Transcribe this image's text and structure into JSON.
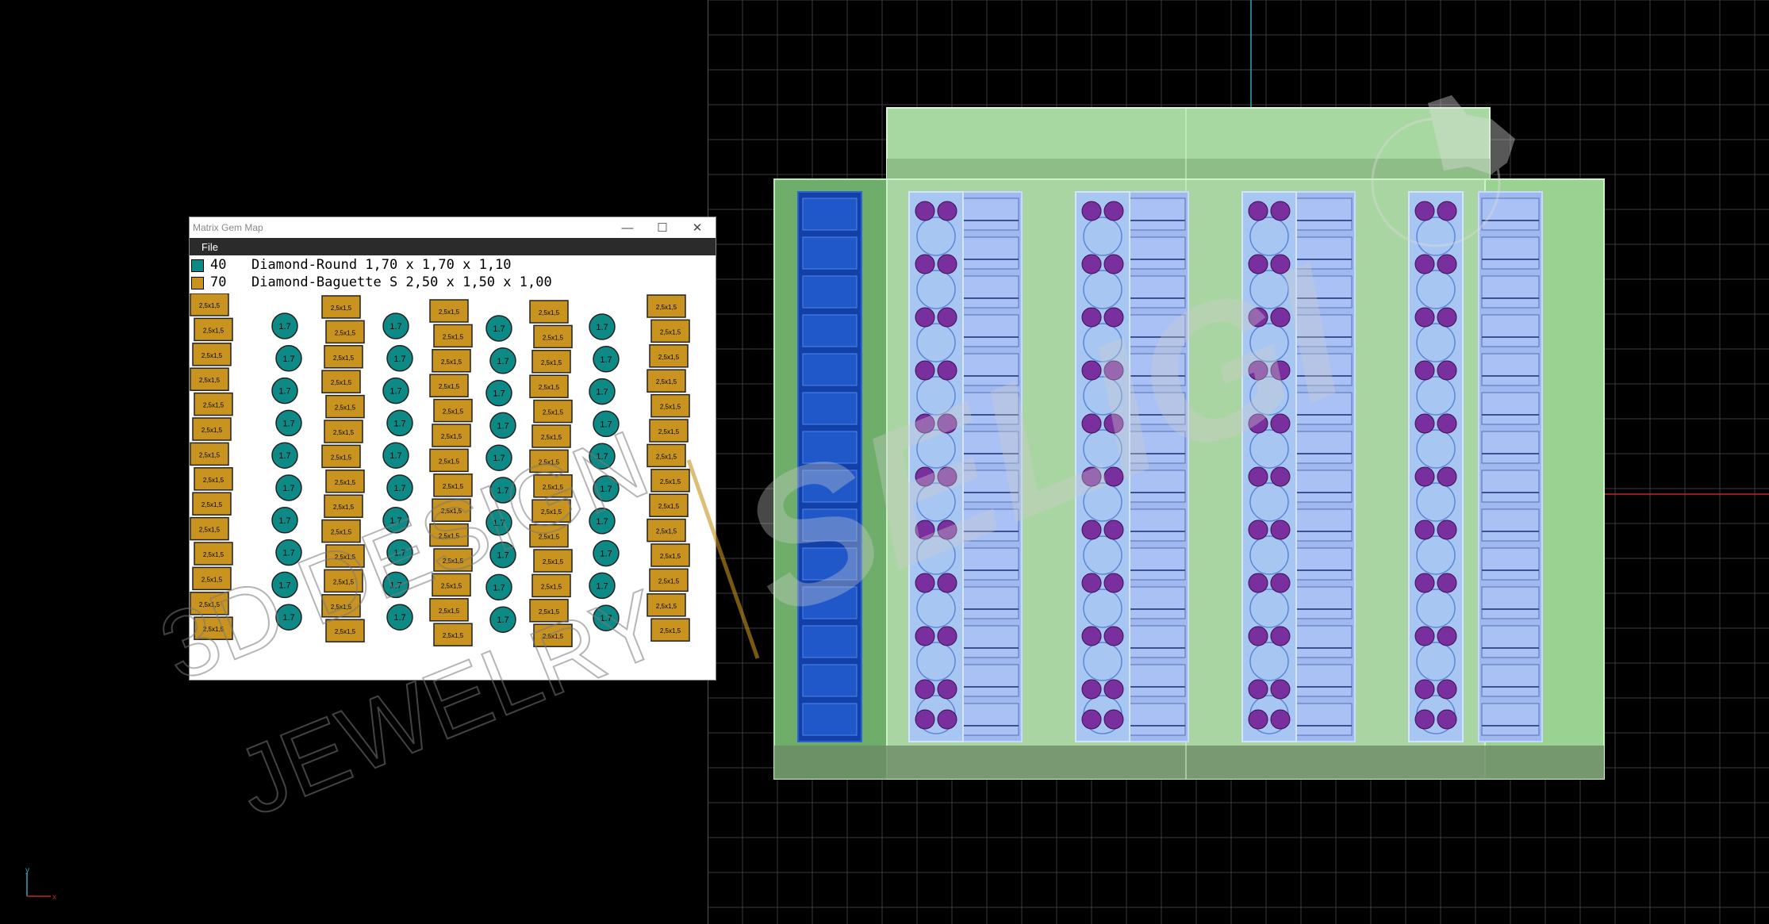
{
  "window": {
    "title": "Matrix Gem Map",
    "controls": {
      "minimize": "—",
      "maximize": "☐",
      "close": "✕"
    }
  },
  "menu": {
    "file": "File"
  },
  "legend": [
    {
      "count": "40",
      "description": "Diamond-Round 1,70 x 1,70 x 1,10",
      "color": "#0e8a86"
    },
    {
      "count": "70",
      "description": "Diamond-Baguette S 2,50 x 1,50 x 1,00",
      "color": "#c8931e"
    }
  ],
  "gem_map": {
    "baguette_label": "2,5x1,5",
    "round_label": "1.7",
    "colors": {
      "baguette": "#c8931e",
      "round": "#0e8a86"
    },
    "columns": [
      {
        "type": "baguette",
        "count": 14
      },
      {
        "type": "round",
        "count": 10
      },
      {
        "type": "baguette",
        "count": 14
      },
      {
        "type": "round",
        "count": 10
      },
      {
        "type": "baguette",
        "count": 14
      },
      {
        "type": "round",
        "count": 10
      },
      {
        "type": "baguette",
        "count": 14
      },
      {
        "type": "round",
        "count": 10
      },
      {
        "type": "baguette",
        "count": 14
      }
    ]
  },
  "cad_view": {
    "grid_color": "#3a3a3a",
    "frame_color": "#8fd08a",
    "axis_labels": {
      "y": "y",
      "x": "x"
    }
  },
  "watermark": {
    "line1": "3D DESIGN",
    "line2": "JEWELRY",
    "brand": "SELIGI"
  }
}
